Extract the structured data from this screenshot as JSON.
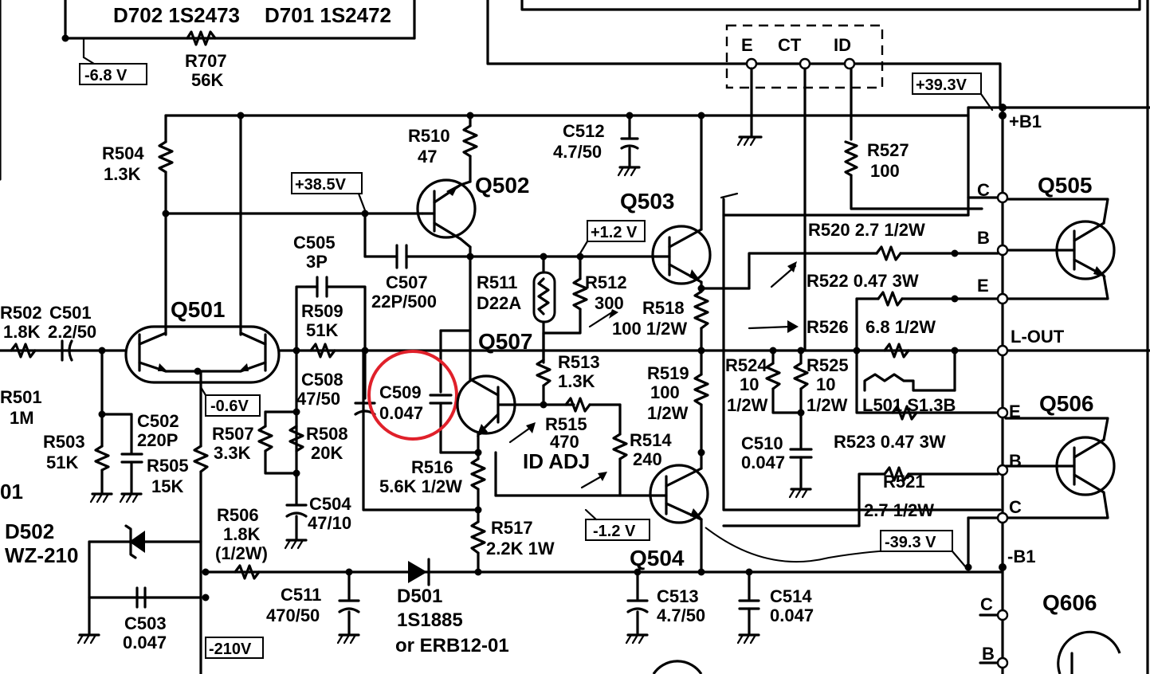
{
  "labels": {
    "d702": "D702 1S2473",
    "d701": "D701 1S2472",
    "r707": "R707",
    "r707_val": "56K",
    "v_m68": "-6.8 V",
    "e": "E",
    "ct": "CT",
    "id": "ID",
    "v_p393": "+39.3V",
    "b1_plus": "+B1",
    "r504": "R504",
    "r504_val": "1.3K",
    "r510": "R510",
    "r510_val": "47",
    "c512": "C512",
    "c512_val": "4.7/50",
    "r527": "R527",
    "r527_val": "100",
    "v_p385": "+38.5V",
    "q502": "Q502",
    "q503": "Q503",
    "q505": "Q505",
    "c_top": "C",
    "b_top": "B",
    "e_top": "E",
    "v_p12": "+1.2 V",
    "r520": "R520 2.7 1/2W",
    "r522": "R522 0.47 3W",
    "c505": "C505",
    "c505_val": "3P",
    "c507": "C507",
    "c507_val": "22P/500",
    "r511": "R511",
    "r511_val": "D22A",
    "r512": "R512",
    "r512_val": "300",
    "r518": "R518",
    "r518_val": "100 1/2W",
    "r526": "R526",
    "r526_val": "6.8 1/2W",
    "l_out": "L-OUT",
    "r502": "R502",
    "r502_val": "1.8K",
    "c501": "C501",
    "c501_val": "2.2/50",
    "q501": "Q501",
    "r509": "R509",
    "r509_val": "51K",
    "q507": "Q507",
    "r513": "R513",
    "r513_val": "1.3K",
    "r519": "R519",
    "r519_val": "100",
    "r519_w": "1/2W",
    "r524": "R524",
    "r524_val": "10",
    "r524_w": "1/2W",
    "r525": "R525",
    "r525_val": "10",
    "r525_w": "1/2W",
    "l501": "L501 S1.3B",
    "q506": "Q506",
    "e_bot": "E",
    "b_bot": "B",
    "c_bot": "C",
    "r501": "R501",
    "r501_val": "1M",
    "c508": "C508",
    "c508_val": "47/50",
    "v_m06": "-0.6V",
    "c509": "C509",
    "c509_val": "0.047",
    "r515": "R515",
    "r515_val": "470",
    "id_adj": "ID ADJ",
    "r514": "R514",
    "r514_val": "240",
    "c510": "C510",
    "c510_val": "0.047",
    "r523": "R523 0.47 3W",
    "r503": "R503",
    "r503_val": "51K",
    "c502": "C502",
    "c502_val": "220P",
    "r505": "R505",
    "r505_val": "15K",
    "r507": "R507",
    "r507_val": "3.3K",
    "r508": "R508",
    "r508_val": "20K",
    "r516": "R516",
    "r516_val": "5.6K 1/2W",
    "r521": "R521",
    "r521_val": "2.7 1/2W",
    "left_01": "01",
    "c504": "C504",
    "c504_val": "47/10",
    "d502": "D502",
    "d502_val": "WZ-210",
    "r506": "R506",
    "r506_val": "1.8K",
    "r506_w": "(1/2W)",
    "r517": "R517",
    "r517_val": "2.2K 1W",
    "v_m12": "-1.2 V",
    "v_m393": "-39.3 V",
    "b1_minus": "-B1",
    "q504": "Q504",
    "c_q606": "C",
    "q606": "Q606",
    "c511": "C511",
    "c511_val": "470/50",
    "d501": "D501",
    "d501_val": "1S1885",
    "d501_alt": "or ERB12-01",
    "c513": "C513",
    "c513_val": "4.7/50",
    "c514": "C514",
    "c514_val": "0.047",
    "c503": "C503",
    "c503_val": "0.047",
    "v_m210": "-210V",
    "b_q606": "B"
  },
  "colors": {
    "ink": "#000000",
    "highlight": "#e0202a",
    "paper": "#ffffff"
  },
  "highlight": "C509"
}
